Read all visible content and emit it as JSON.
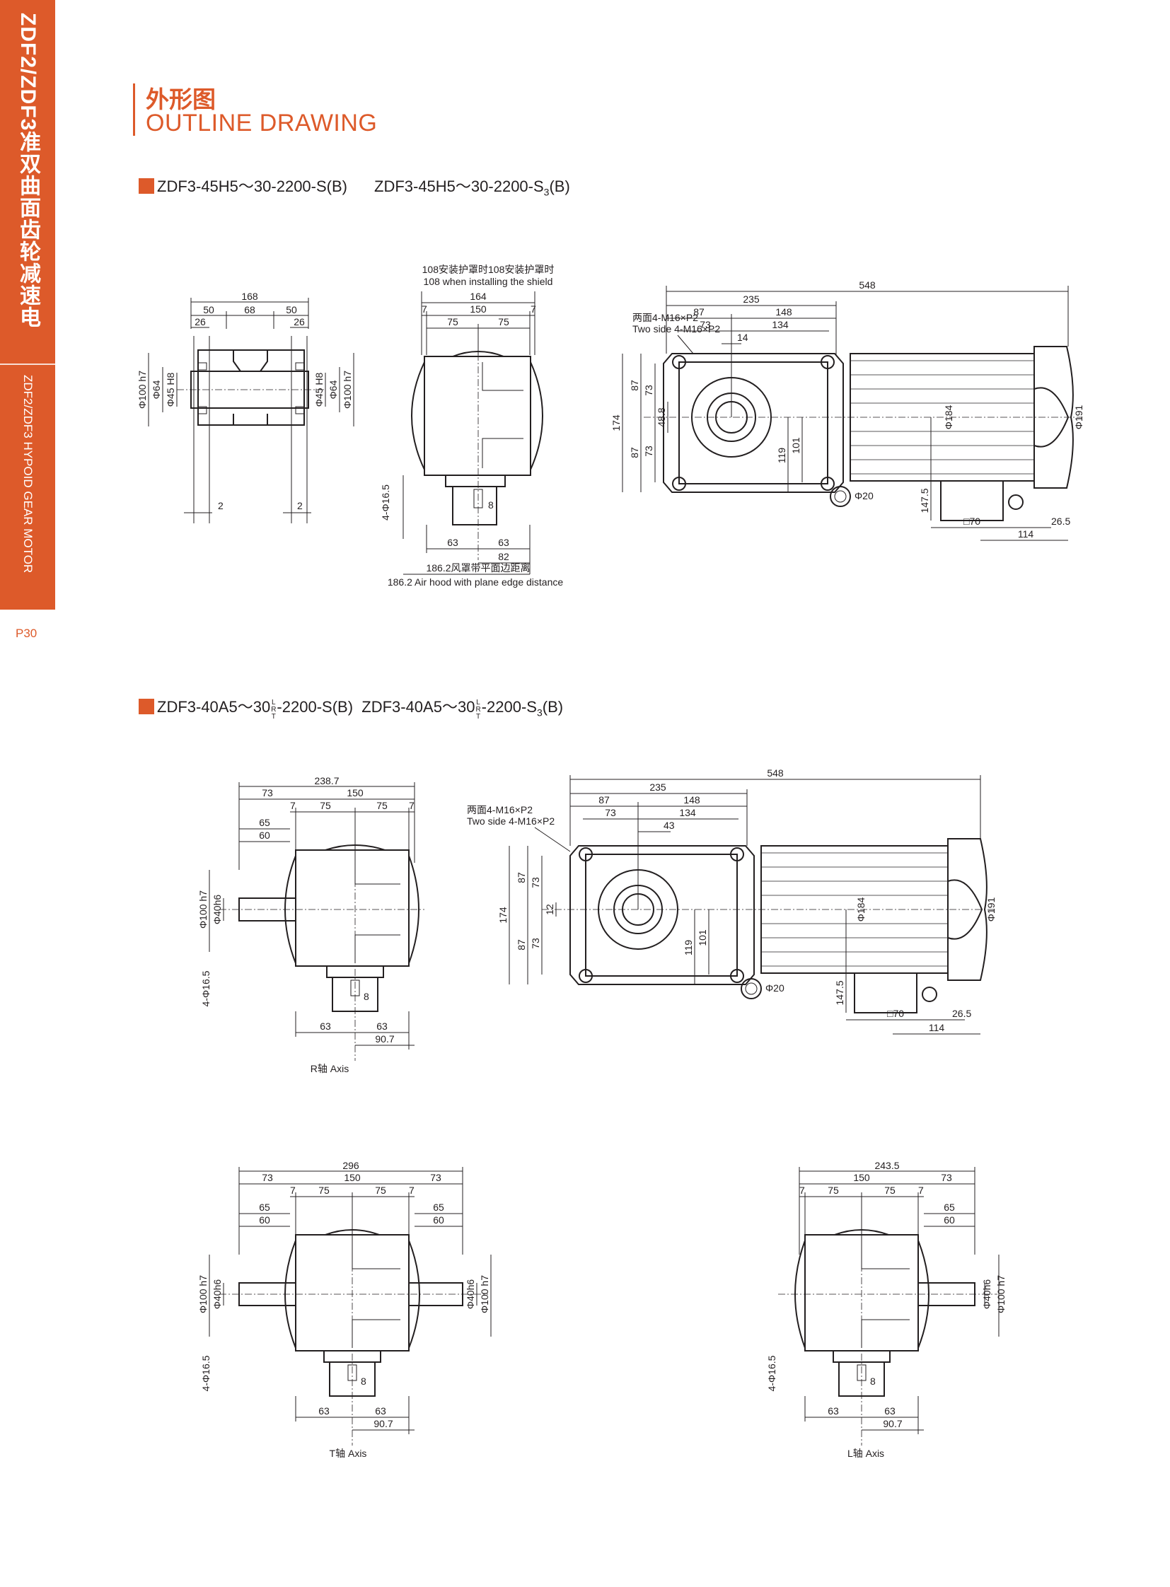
{
  "sidebar": {
    "series_title": "ZDF2/ZDF3准双曲面齿轮减速电机",
    "series_title_en": "ZDF2/ZDF3 HYPOID GEAR MOTOR",
    "page": "P30"
  },
  "header": {
    "title_cn": "外形图",
    "title_en": "OUTLINE DRAWING"
  },
  "section1": {
    "model_a": "ZDF3-45H5～30-2200-S(B)",
    "model_b_prefix": "ZDF3-45H5～30-2200-S",
    "model_b_sub": "3",
    "model_b_suffix": "(B)",
    "shaft_view": {
      "d168": "168",
      "d50a": "50",
      "d68": "68",
      "d50b": "50",
      "d26a": "26",
      "d26b": "26",
      "phi100a": "Φ100 h7",
      "phi64a": "Φ64",
      "phi45a": "Φ45 H8",
      "phi45b": "Φ45 H8",
      "phi64b": "Φ64",
      "phi100b": "Φ100 h7",
      "d2a": "2",
      "d2b": "2"
    },
    "side_view": {
      "note1": "108安装护罩时108安装护罩时",
      "note2": "108 when installing the shield",
      "d164": "164",
      "d7a": "7",
      "d150": "150",
      "d7b": "7",
      "d75a": "75",
      "d75b": "75",
      "d4phi": "4-Φ16.5",
      "d8": "8",
      "d63a": "63",
      "d63b": "63",
      "d82": "82",
      "note3": "186.2风罩带平面边距离",
      "note4": "186.2 Air hood with plane edge distance"
    },
    "front_view": {
      "d548": "548",
      "d235": "235",
      "d87": "87",
      "d148": "148",
      "d73": "73",
      "d134": "134",
      "d14": "14",
      "note1": "两面4-M16×P2",
      "note2": "Two side 4-M16×P2",
      "d174": "174",
      "d87a": "87",
      "d87b": "87",
      "d73a": "73",
      "d73b": "73",
      "d488": "48.8",
      "d119": "119",
      "d101": "101",
      "phi184": "Φ184",
      "phi191": "Φ191",
      "phi20": "Φ20",
      "d1475": "147.5",
      "sq70": "□70",
      "d265": "26.5",
      "d114": "114"
    }
  },
  "section2": {
    "model_a_prefix": "ZDF3-40A5～30",
    "model_a_suffix": "-2200-S(B)",
    "model_b_prefix": "ZDF3-40A5～30",
    "model_b_suffix": "-2200-S",
    "model_b_sub": "3",
    "model_b_end": "(B)",
    "frac_l": "L",
    "frac_r": "R",
    "frac_t": "T",
    "r_axis": {
      "d2387": "238.7",
      "d73": "73",
      "d150": "150",
      "d7a": "7",
      "d75a": "75",
      "d75b": "75",
      "d7b": "7",
      "d65": "65",
      "d60": "60",
      "phi100": "Φ100 h7",
      "phi40": "Φ40h6",
      "d4phi": "4-Φ16.5",
      "d8": "8",
      "d63a": "63",
      "d63b": "63",
      "d907": "90.7",
      "caption": "R轴 Axis"
    },
    "front_view": {
      "d548": "548",
      "d235": "235",
      "d87": "87",
      "d148": "148",
      "d73": "73",
      "d134": "134",
      "d43": "43",
      "note1": "两面4-M16×P2",
      "note2": "Two side 4-M16×P2",
      "d174": "174",
      "d87a": "87",
      "d87b": "87",
      "d73a": "73",
      "d73b": "73",
      "d12": "12",
      "d119": "119",
      "d101": "101",
      "phi184": "Φ184",
      "phi191": "Φ191",
      "phi20": "Φ20",
      "d1475": "147.5",
      "sq70": "□70",
      "d265": "26.5",
      "d114": "114"
    },
    "t_axis": {
      "d296": "296",
      "d73a": "73",
      "d150": "150",
      "d73b": "73",
      "d7a": "7",
      "d75a": "75",
      "d75b": "75",
      "d7b": "7",
      "d65a": "65",
      "d65b": "65",
      "d60a": "60",
      "d60b": "60",
      "phi100a": "Φ100 h7",
      "phi40a": "Φ40h6",
      "phi40b": "Φ40h6",
      "phi100b": "Φ100 h7",
      "d4phi": "4-Φ16.5",
      "d8": "8",
      "d63a": "63",
      "d63b": "63",
      "d907": "90.7",
      "caption": "T轴 Axis"
    },
    "l_axis": {
      "d2435": "243.5",
      "d150": "150",
      "d73": "73",
      "d7a": "7",
      "d75a": "75",
      "d75b": "75",
      "d7b": "7",
      "d65": "65",
      "d60": "60",
      "phi40": "Φ40h6",
      "phi100": "Φ100 h7",
      "d4phi": "4-Φ16.5",
      "d8": "8",
      "d63a": "63",
      "d63b": "63",
      "d907": "90.7",
      "caption": "L轴 Axis"
    }
  }
}
